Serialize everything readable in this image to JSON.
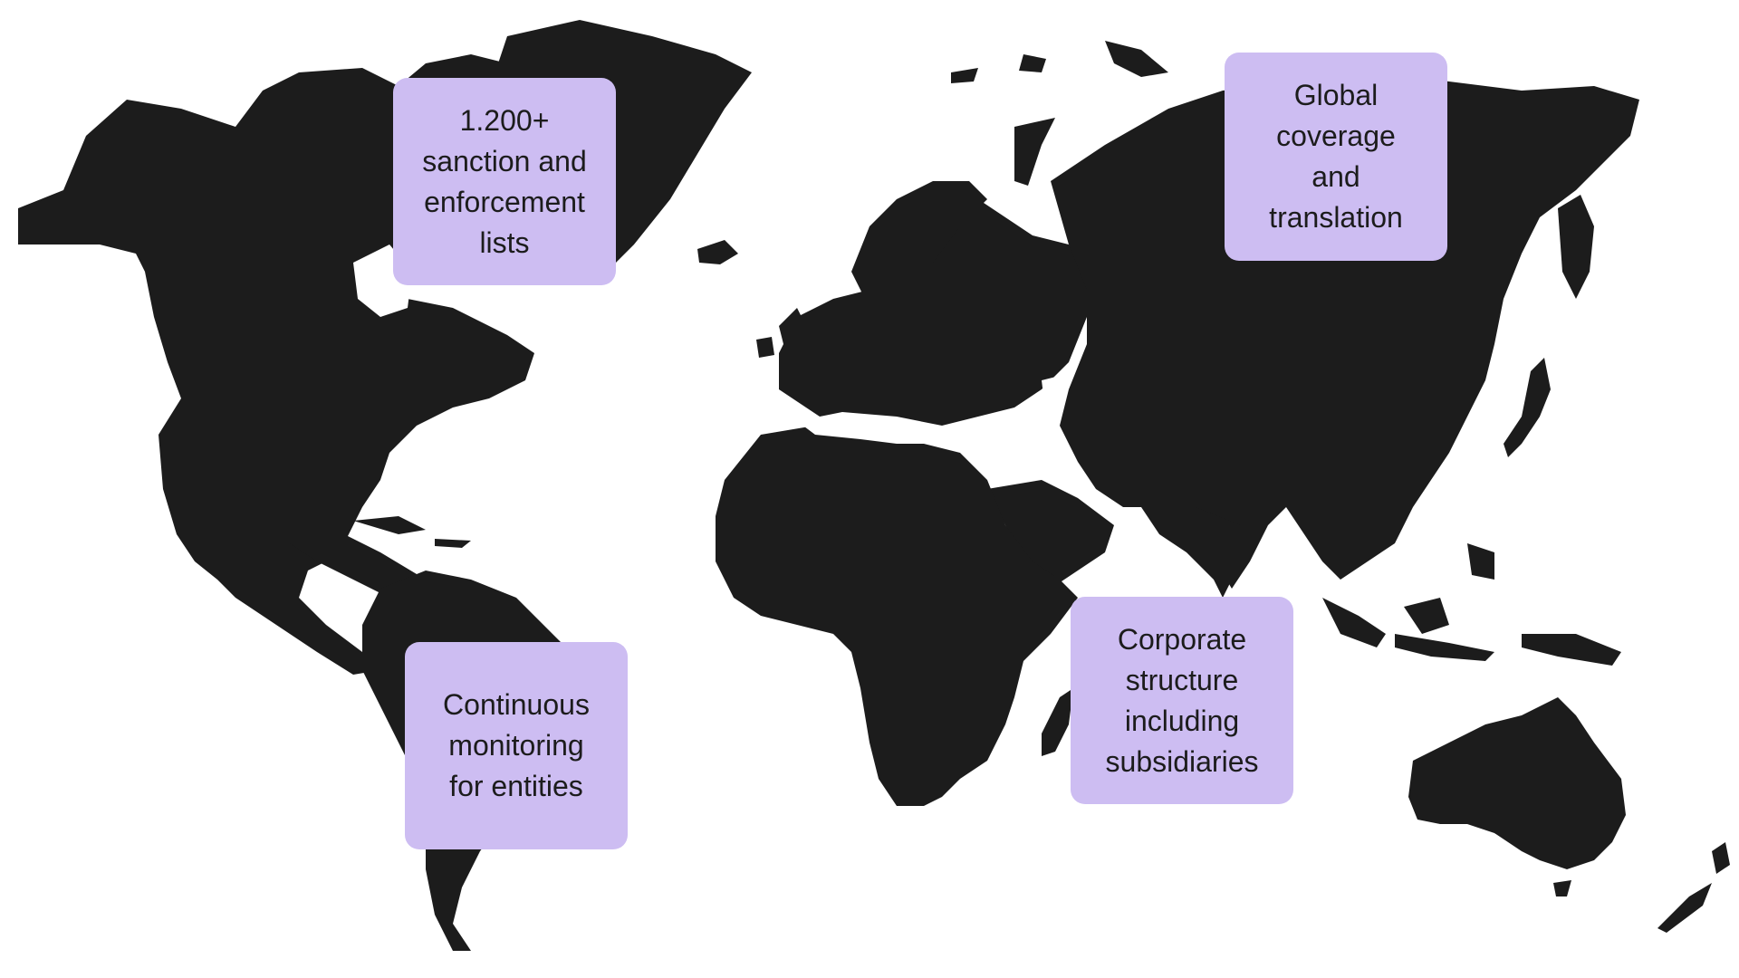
{
  "map": {
    "land_color": "#1c1c1c",
    "background_color": "#ffffff",
    "card_color": "#cdbdf2"
  },
  "cards": {
    "sanctions": [
      "1.200+",
      "sanction and",
      "enforcement",
      "lists"
    ],
    "global": [
      "Global",
      "coverage",
      "and",
      "translation"
    ],
    "monitoring": [
      "Continuous",
      "monitoring",
      "for entities"
    ],
    "corporate": [
      "Corporate",
      "structure",
      "including",
      "subsidiaries"
    ]
  }
}
